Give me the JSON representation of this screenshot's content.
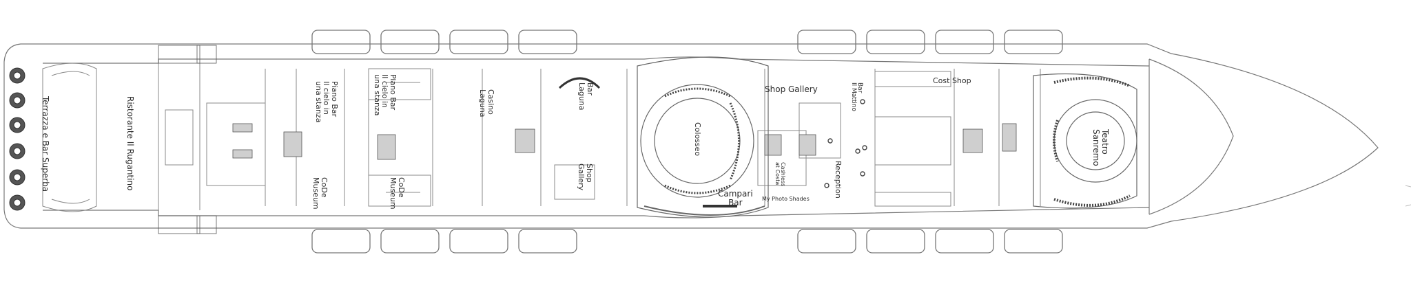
{
  "deck_plan": {
    "venues": {
      "terrazza": "Terrazza e Bar Superba",
      "ristorante": "Ristorante Il Rugantino",
      "piano_bar_1": [
        "Piano Bar",
        "Il cielo in",
        "una stanza"
      ],
      "piano_bar_2": [
        "Piano Bar",
        "Il cielo in",
        "una stanza"
      ],
      "museum_1": [
        "CoDe",
        "Museum"
      ],
      "museum_2": [
        "CoDe",
        "Museum"
      ],
      "casino": [
        "Casino",
        "Laguna"
      ],
      "bar_laguna": [
        "Bar",
        "Laguna"
      ],
      "shop_gallery_left": [
        "Shop",
        "Gallery"
      ],
      "colosseo": "Colosseo",
      "campari_bar": [
        "Campari",
        "Bar"
      ],
      "shop_gallery_top": "Shop Gallery",
      "cashless": [
        "Cashless",
        "at Costa"
      ],
      "my_photo_shades": "My Photo Shades",
      "bar_mattino": [
        "Bar",
        "Il Mattino"
      ],
      "reception": "Reception",
      "cost_shop": "Cost Shop",
      "teatro": [
        "Teatro",
        "Sanremo"
      ]
    }
  }
}
